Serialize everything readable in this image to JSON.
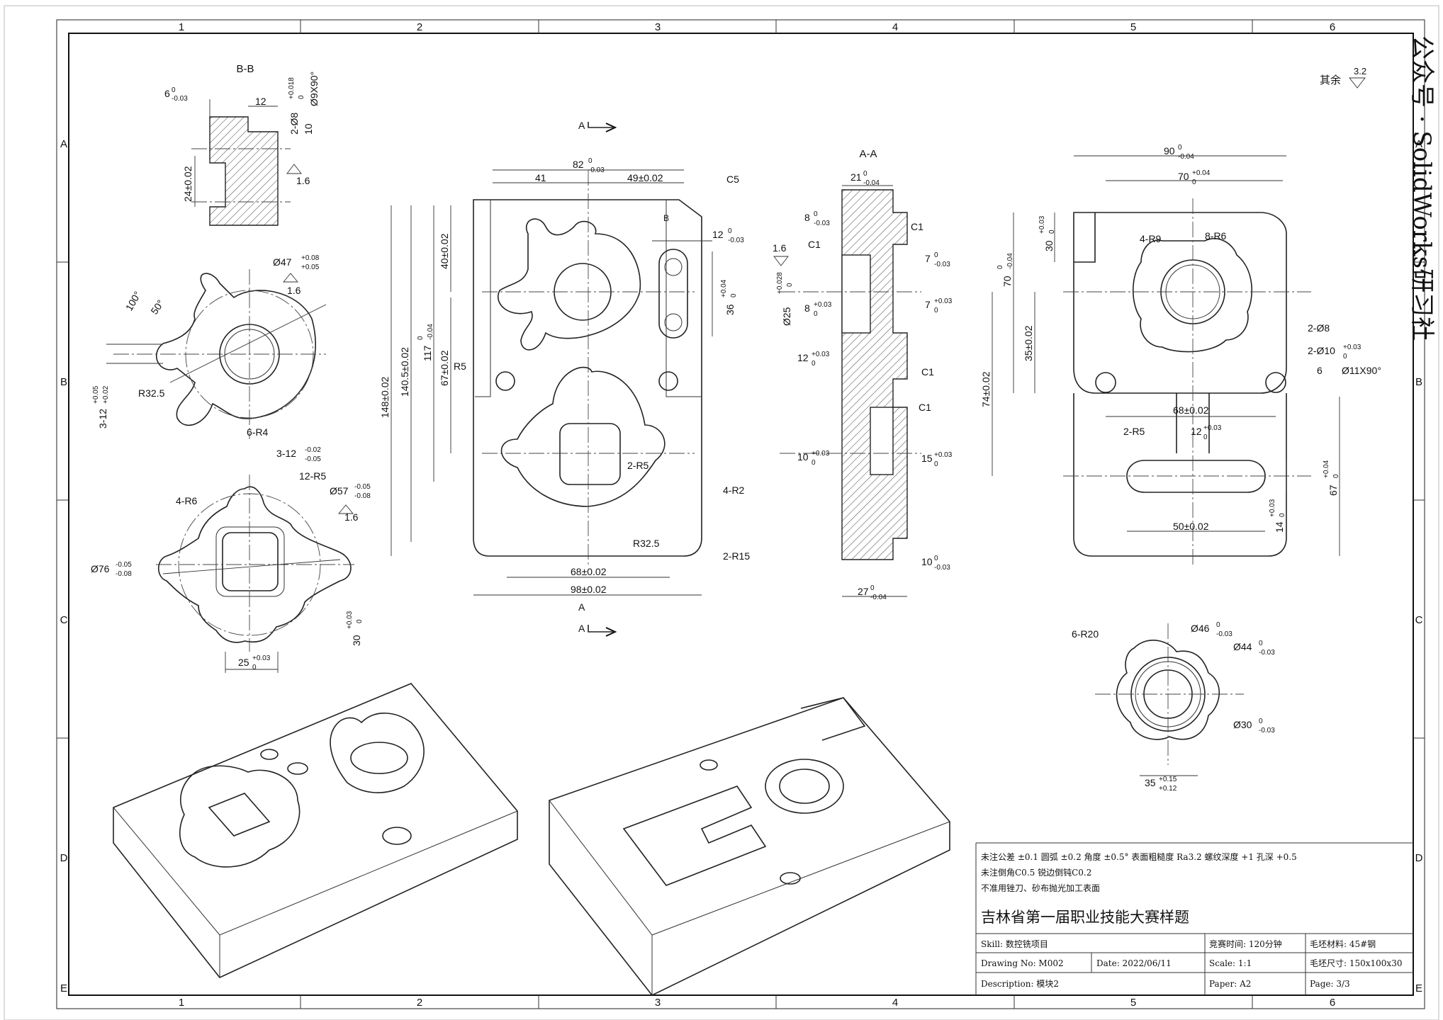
{
  "border": {
    "columns": [
      "1",
      "2",
      "3",
      "4",
      "5",
      "6"
    ],
    "rows": [
      "A",
      "B",
      "C",
      "D",
      "E"
    ]
  },
  "views": {
    "bb": {
      "title": "B-B",
      "dims": [
        "6",
        "0",
        "-0.03",
        "12",
        "2-Ø8",
        "+0.018",
        "0",
        "Ø9X90°",
        "10",
        "24±0.02",
        "1.6"
      ]
    },
    "detail_top": {
      "dims": [
        "Ø47",
        "+0.08",
        "+0.05",
        "1.6",
        "100°",
        "50°",
        "R32.5",
        "3-12",
        "+0.05",
        "+0.02",
        "6-R4"
      ]
    },
    "detail_bottom": {
      "dims": [
        "3-12",
        "-0.02",
        "-0.05",
        "12-R5",
        "4-R6",
        "Ø57",
        "-0.05",
        "-0.08",
        "1.6",
        "Ø76",
        "-0.05",
        "-0.08",
        "30",
        "+0.03",
        "0",
        "25",
        "+0.03",
        "0"
      ]
    },
    "front": {
      "section_a_top": "A",
      "section_a_bottom": "A",
      "section_b": "B",
      "dims": [
        "82",
        "0",
        "-0.03",
        "41",
        "49±0.02",
        "C5",
        "12",
        "0",
        "-0.03",
        "36",
        "+0.04",
        "0",
        "40±0.02",
        "67±0.02",
        "117",
        "0",
        "-0.04",
        "140.5±0.02",
        "148±0.02",
        "R5",
        "2-R5",
        "4-R2",
        "R32.5",
        "2-R15",
        "68±0.02",
        "98±0.02"
      ]
    },
    "aa": {
      "title": "A-A",
      "dims": [
        "21",
        "0",
        "-0.04",
        "8",
        "0",
        "-0.03",
        "C1",
        "C1",
        "1.6",
        "7",
        "0",
        "-0.03",
        "Ø25",
        "+0.028",
        "0",
        "8",
        "+0.03",
        "0",
        "7",
        "+0.03",
        "0",
        "12",
        "+0.03",
        "0",
        "C1",
        "C1",
        "10",
        "+0.03",
        "0",
        "15",
        "+0.03",
        "0",
        "10",
        "0",
        "-0.03",
        "27",
        "0",
        "-0.04"
      ]
    },
    "right_part": {
      "roughness": "其余",
      "roughness_value": "3.2",
      "dims": [
        "90",
        "0",
        "-0.04",
        "70",
        "+0.04",
        "0",
        "4-R9",
        "8-R6",
        "30",
        "+0.03",
        "0",
        "70",
        "0",
        "-0.04",
        "35±0.02",
        "74±0.02",
        "2-Ø8",
        "2-Ø10",
        "+0.03",
        "0",
        "6",
        "Ø11X90°",
        "68±0.02",
        "2-R5",
        "12",
        "+0.03",
        "0",
        "67",
        "+0.04",
        "0",
        "14",
        "+0.03",
        "0",
        "50±0.02"
      ]
    },
    "nut_detail": {
      "dims": [
        "6-R20",
        "Ø46",
        "0",
        "-0.03",
        "Ø44",
        "0",
        "-0.03",
        "Ø30",
        "0",
        "-0.03",
        "35",
        "+0.15",
        "+0.12"
      ]
    }
  },
  "notes": {
    "line1": "未注公差 ±0.1   圆弧 ±0.2   角度 ±0.5°   表面粗糙度 Ra3.2   螺纹深度 +1   孔深 +0.5",
    "line2": "未注倒角C0.5   锐边倒钝C0.2",
    "line3": "不准用锉刀、砂布抛光加工表面"
  },
  "title_block": {
    "title": "吉林省第一届职业技能大赛样题",
    "skill": "Skill: 数控铣项目",
    "time": "竞赛时间: 120分钟",
    "material": "毛坯材料: 45#钢",
    "drawing_no": "Drawing No:  M002",
    "date": "Date:  2022/06/11",
    "scale": "Scale:  1:1",
    "blank_size": "毛坯尺寸: 150x100x30",
    "description": "Description: 模块2",
    "paper": "Paper:  A2",
    "page": "Page:   3/3"
  },
  "watermark": "公众号 · SolidWorks研习社"
}
